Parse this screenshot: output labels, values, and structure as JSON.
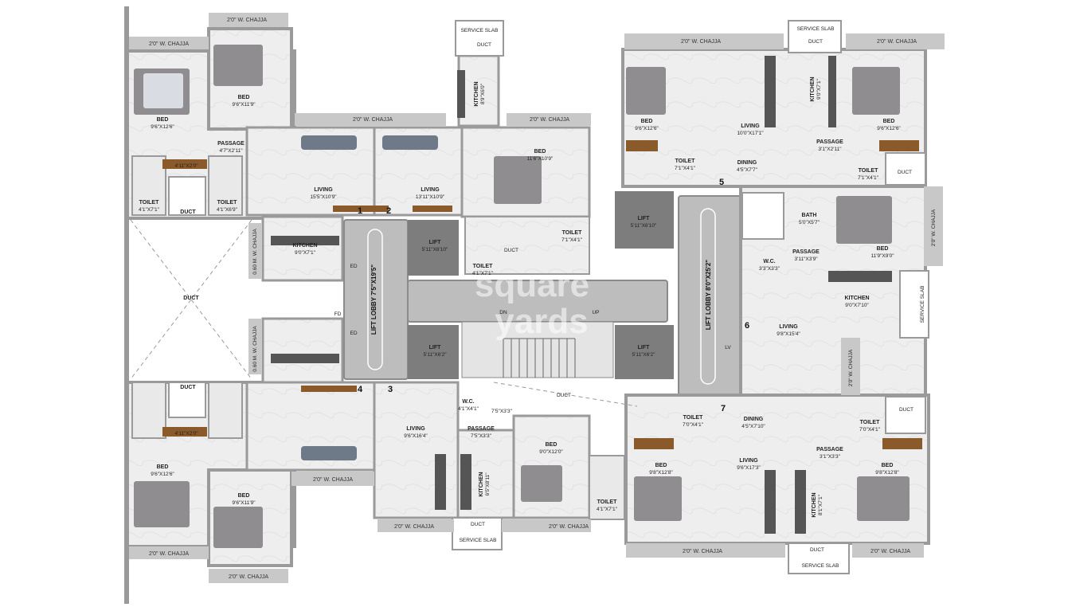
{
  "watermark": {
    "line1": "square",
    "line2": "yards"
  },
  "chajja_labels": [
    "2'0\" W. CHAJJA"
  ],
  "service_slab": "SERVICE SLAB",
  "duct": "DUCT",
  "lift_lobby_left": "LIFT LOBBY 7'5\"X19'5\"",
  "lift_lobby_right": "LIFT LOBBY 8'0\"X25'2\"",
  "stair": {
    "dn": "DN",
    "up": "UP"
  },
  "m_chajja": "0.60 M. W. CHAJJA",
  "door_codes": {
    "ed": "ED",
    "lv": "LV",
    "fd": "FD"
  },
  "units": [
    "1",
    "2",
    "3",
    "4",
    "5",
    "6",
    "7"
  ],
  "rooms": [
    {
      "name": "BED",
      "dim": "9'6\"X12'6\""
    },
    {
      "name": "BED",
      "dim": "9'6\"X11'9\""
    },
    {
      "name": "PASSAGE",
      "dim": "4'7\"X2'11\""
    },
    {
      "name": "TOILET",
      "dim": "4'1\"X7'1\""
    },
    {
      "name": "TOILET",
      "dim": "4'1\"X6'9\""
    },
    {
      "name": "LIVING",
      "dim": "15'5\"X10'9\""
    },
    {
      "name": "KITCHEN",
      "dim": "9'0\"X7'1\""
    },
    {
      "name": "LIVING",
      "dim": "13'11\"X10'9\""
    },
    {
      "name": "KITCHEN",
      "dim": "8'9\"X6'0\""
    },
    {
      "name": "BED",
      "dim": "11'6\"X10'9\""
    },
    {
      "name": "LIFT",
      "dim": "5'11\"X6'10\""
    },
    {
      "name": "TOILET",
      "dim": "7'1\"X4'1\""
    },
    {
      "name": "TOILET",
      "dim": "4'1\"X7'1\""
    },
    {
      "name": "LIFT",
      "dim": "5'11\"X6'2\""
    },
    {
      "name": "BED",
      "dim": "9'6\"X12'6\""
    },
    {
      "name": "BED",
      "dim": "9'6\"X11'9\""
    },
    {
      "name": "LIVING",
      "dim": "9'6\"X16'4\""
    },
    {
      "name": "PASSAGE",
      "dim": "7'5\"X3'3\""
    },
    {
      "name": "W.C.",
      "dim": "4'1\"X4'1\""
    },
    {
      "name": "BED",
      "dim": "9'0\"X12'0\""
    },
    {
      "name": "KITCHEN",
      "dim": "6'5\"X8'11\""
    },
    {
      "name": "TOILET",
      "dim": "4'1\"X7'1\""
    },
    {
      "name": "BED",
      "dim": "9'6\"X12'6\""
    },
    {
      "name": "LIVING",
      "dim": "10'0\"X17'1\""
    },
    {
      "name": "KITCHEN",
      "dim": "9'0\"X7'1\""
    },
    {
      "name": "BED",
      "dim": "9'6\"X12'6\""
    },
    {
      "name": "PASSAGE",
      "dim": "3'1\"X2'11\""
    },
    {
      "name": "TOILET",
      "dim": "7'1\"X4'1\""
    },
    {
      "name": "DINING",
      "dim": "4'5\"X7'7\""
    },
    {
      "name": "TOILET",
      "dim": "7'1\"X4'1\""
    },
    {
      "name": "LIFT",
      "dim": "5'11\"X6'10\""
    },
    {
      "name": "BATH",
      "dim": "5'0\"X5'7\""
    },
    {
      "name": "BED",
      "dim": "11'9\"X9'0\""
    },
    {
      "name": "W.C.",
      "dim": "3'3\"X3'3\""
    },
    {
      "name": "PASSAGE",
      "dim": "3'11\"X3'9\""
    },
    {
      "name": "KITCHEN",
      "dim": "9'0\"X7'10\""
    },
    {
      "name": "LIVING",
      "dim": "9'8\"X15'4\""
    },
    {
      "name": "LIFT",
      "dim": "5'11\"X6'2\""
    },
    {
      "name": "TOILET",
      "dim": "7'0\"X4'1\""
    },
    {
      "name": "DINING",
      "dim": "4'5\"X7'10\""
    },
    {
      "name": "TOILET",
      "dim": "7'0\"X4'1\""
    },
    {
      "name": "BED",
      "dim": "9'8\"X12'8\""
    },
    {
      "name": "LIVING",
      "dim": "9'6\"X17'3\""
    },
    {
      "name": "PASSAGE",
      "dim": "3'1\"X3'3\""
    },
    {
      "name": "KITCHEN",
      "dim": "8'1\"X7'1\""
    },
    {
      "name": "BED",
      "dim": "9'8\"X12'8\""
    }
  ],
  "misc_dims": [
    "4'11\"X2'0\"",
    "4'11\"X2'0\"",
    "7'5\"X3'3\""
  ],
  "colors": {
    "wall": "#9a9a9a",
    "floor": "#efefef",
    "lobby": "#bdbdbd",
    "lift": "#7d7d7d",
    "wood": "#8b5a2b",
    "glass": "#7fd3e6"
  }
}
